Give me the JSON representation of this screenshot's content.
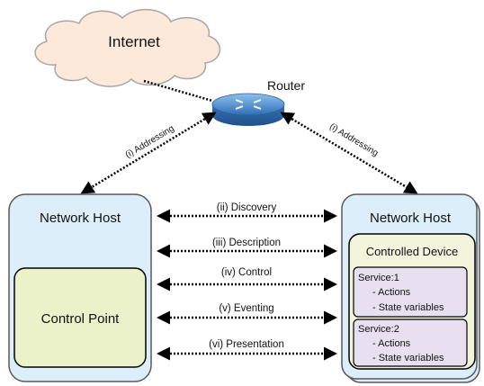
{
  "cloud": {
    "label": "Internet"
  },
  "router": {
    "label": "Router"
  },
  "links": {
    "left_addressing": "(i) Addressing",
    "right_addressing": "(i) Addressing"
  },
  "protocols": [
    {
      "label": "(ii) Discovery"
    },
    {
      "label": "(iii) Description"
    },
    {
      "label": "(iv) Control"
    },
    {
      "label": "(v) Eventing"
    },
    {
      "label": "(vi) Presentation"
    }
  ],
  "left_host": {
    "title": "Network Host",
    "control_point": "Control Point"
  },
  "right_host": {
    "title": "Network Host",
    "device_title": "Controlled Device",
    "services": [
      {
        "name": "Service:1",
        "actions": "- Actions",
        "state": "- State variables"
      },
      {
        "name": "Service:2",
        "actions": "- Actions",
        "state": "- State variables"
      }
    ]
  },
  "colors": {
    "cloud_fill": "#fde9d9",
    "host_fill": "#dbeef9",
    "control_point_fill": "#ebf1c8",
    "device_fill": "#f2f5dc",
    "service_fill": "#e8e0f0",
    "router_fill": "#4a86c8"
  }
}
